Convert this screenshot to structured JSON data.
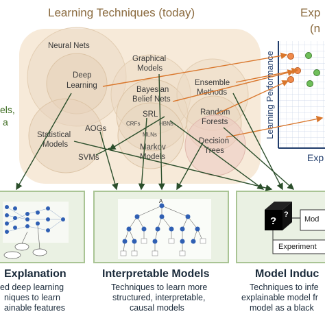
{
  "header": {
    "title": "Learning Techniques (today)",
    "right_title_partial": "Exp",
    "right_subtitle_partial": "(n"
  },
  "left_edge": {
    "line1": "els,",
    "line2": "a"
  },
  "bubbles": {
    "neural_nets": "Neural Nets",
    "deep_learning_1": "Deep",
    "deep_learning_2": "Learning",
    "graphical_models_1": "Graphical",
    "graphical_models_2": "Models",
    "bayesian_1": "Bayesian",
    "bayesian_2": "Belief Nets",
    "ensemble_1": "Ensemble",
    "ensemble_2": "Methods",
    "srl": "SRL",
    "crfs": "CRFs",
    "hbns": "HBNs",
    "mlns": "MLNs",
    "random_forests_1": "Random",
    "random_forests_2": "Forests",
    "aogs": "AOGs",
    "statistical_1": "Statistical",
    "statistical_2": "Models",
    "svms": "SVMs",
    "markov_1": "Markov",
    "markov_2": "Models",
    "decision_trees_1": "Decision",
    "decision_trees_2": "Trees"
  },
  "scatter": {
    "ylabel": "Learning Performance",
    "xlabel_partial": "Exp"
  },
  "panels": {
    "left": {
      "title": "Explanation",
      "desc1": "ed deep learning",
      "desc2": "niques to learn",
      "desc3": "ainable features"
    },
    "middle": {
      "title": "Interpretable Models",
      "desc1": "Techniques to learn more",
      "desc2": "structured, interpretable,",
      "desc3": "causal models"
    },
    "right": {
      "title": "Model Induc",
      "desc1": "Techniques to infe",
      "desc2": "explainable model fr",
      "desc3": "model as a black",
      "box_label": "Mod",
      "experiment": "Experiment"
    }
  },
  "tree_root": "A",
  "colors": {
    "bubble_bg": "#f7ead9",
    "bubble_circle": "#ebd9c4",
    "title": "#8a6a3e",
    "arrow_orange": "#d9762b",
    "arrow_dark": "#2b4e2b",
    "panel_bg": "#eaf1e3",
    "panel_border": "#a9c494",
    "dot_orange": "#f08a4b",
    "dot_green": "#6fbf5a"
  }
}
